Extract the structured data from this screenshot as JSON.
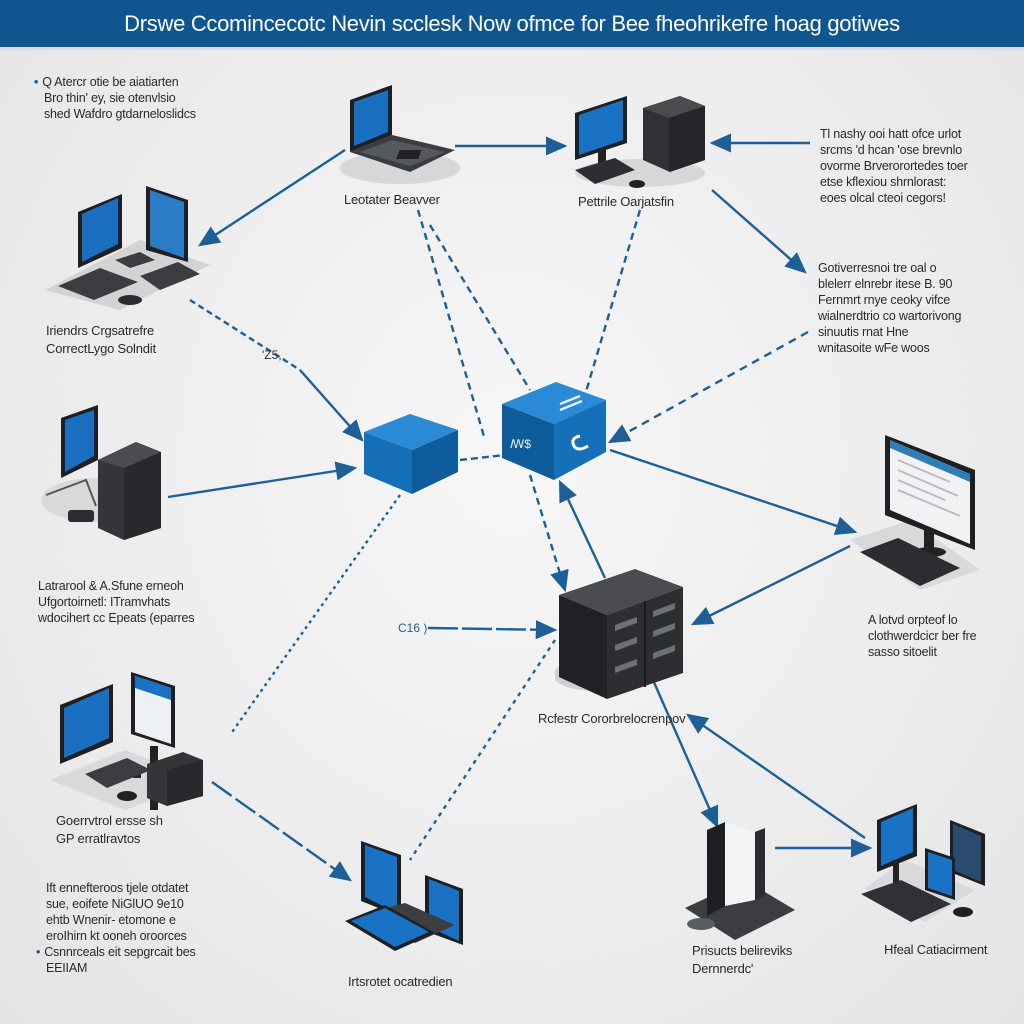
{
  "header": {
    "title": "Drswe Ccomincecotc Nevin scclesk Now ofmce for Bee fheohrikefre hoag gotiwes"
  },
  "colors": {
    "header_bg": "#0f5690",
    "link": "#1e5f97",
    "cube": "#1676c0",
    "server": "#333538",
    "screen": "#1a72c4"
  },
  "notes": {
    "top_left": {
      "bullet": true,
      "lines": [
        "Q Atercr otie be aiatiarten",
        "Bro thin' ey, sie otenvlsio",
        "shed Wafdro gtdarneloslidcs"
      ]
    },
    "top_right": {
      "lines": [
        "Tl nashy ooi hatt ofce urlot",
        "srcms 'd hcan 'ose brevnlo",
        "ovorme Brverorortedes toer",
        "etse kflexiou shrnlorast:",
        "eoes olcal cteoi cegors!"
      ]
    },
    "mid_right": {
      "lines": [
        "Gotiverresnoi tre oal o",
        "blelerr elnrebr itese B. 90",
        "Fernmrt rnye ceoky vifce",
        "wialnerdtrio co wartorivong",
        "sinuutis rnat Hne",
        "wnitasoite wFe woos"
      ]
    },
    "left_middle": {
      "lines": [
        "Latrarool & A.Sfune erneoh",
        "Ufgortoirnetl: ITramvhats",
        "wdocihert cc Epeats (eparres"
      ]
    },
    "right_middle": {
      "lines": [
        "A lotvd orpteof lo",
        "clothwerdcicr ber fre",
        "sasso sitoelit"
      ]
    },
    "bottom_left": {
      "lines": [
        "Ift ennefteroos tjele otdatet",
        "sue, eoifete NiGlUO 9e10",
        "ehtb Wnenir- etomone e",
        "eroIhirn kt ooneh oroorces"
      ],
      "bullet_line": "Csnnrceals eit sepgrcait bes",
      "tail": "EEIIAM"
    }
  },
  "nodes": [
    {
      "id": "lead-server",
      "label": "Leotater Beavver",
      "icon": "laptop-workstation-icon"
    },
    {
      "id": "remote-station",
      "label": "Pettrile Oarjatsfin",
      "icon": "desktop-tower-icon"
    },
    {
      "id": "dual-workstation",
      "label": "Iriendrs Crgsatrefre\nCorrectLygo Solndit",
      "icon": "dual-monitor-workstation-icon"
    },
    {
      "id": "terminal-server",
      "label": "",
      "icon": "monitor-server-icon"
    },
    {
      "id": "desktop-user",
      "label": "",
      "icon": "desktop-monitor-icon"
    },
    {
      "id": "hub-cube-left",
      "label": "",
      "icon": "switch-cube-icon"
    },
    {
      "id": "hub-cube-right",
      "label": "",
      "icon": "router-cube-icon"
    },
    {
      "id": "core-server",
      "label": "Rcfestr Cororbrelocrenpov",
      "icon": "server-rack-icon"
    },
    {
      "id": "control-station",
      "label": "Goerrvtrol ersse sh\nGP erratlravtos",
      "icon": "workstation-tower-icon"
    },
    {
      "id": "internet-station",
      "label": "Irtsrotet ocatredien",
      "icon": "tablet-dual-monitor-icon"
    },
    {
      "id": "printer-station",
      "label": "Prisucts belireviks\nDernnerdc'",
      "icon": "printer-station-icon"
    },
    {
      "id": "head-station",
      "label": "Hfeal Catiacirment",
      "icon": "multi-monitor-station-icon"
    }
  ],
  "link_labels": {
    "a": "'Z5,",
    "b": "C16 )"
  }
}
